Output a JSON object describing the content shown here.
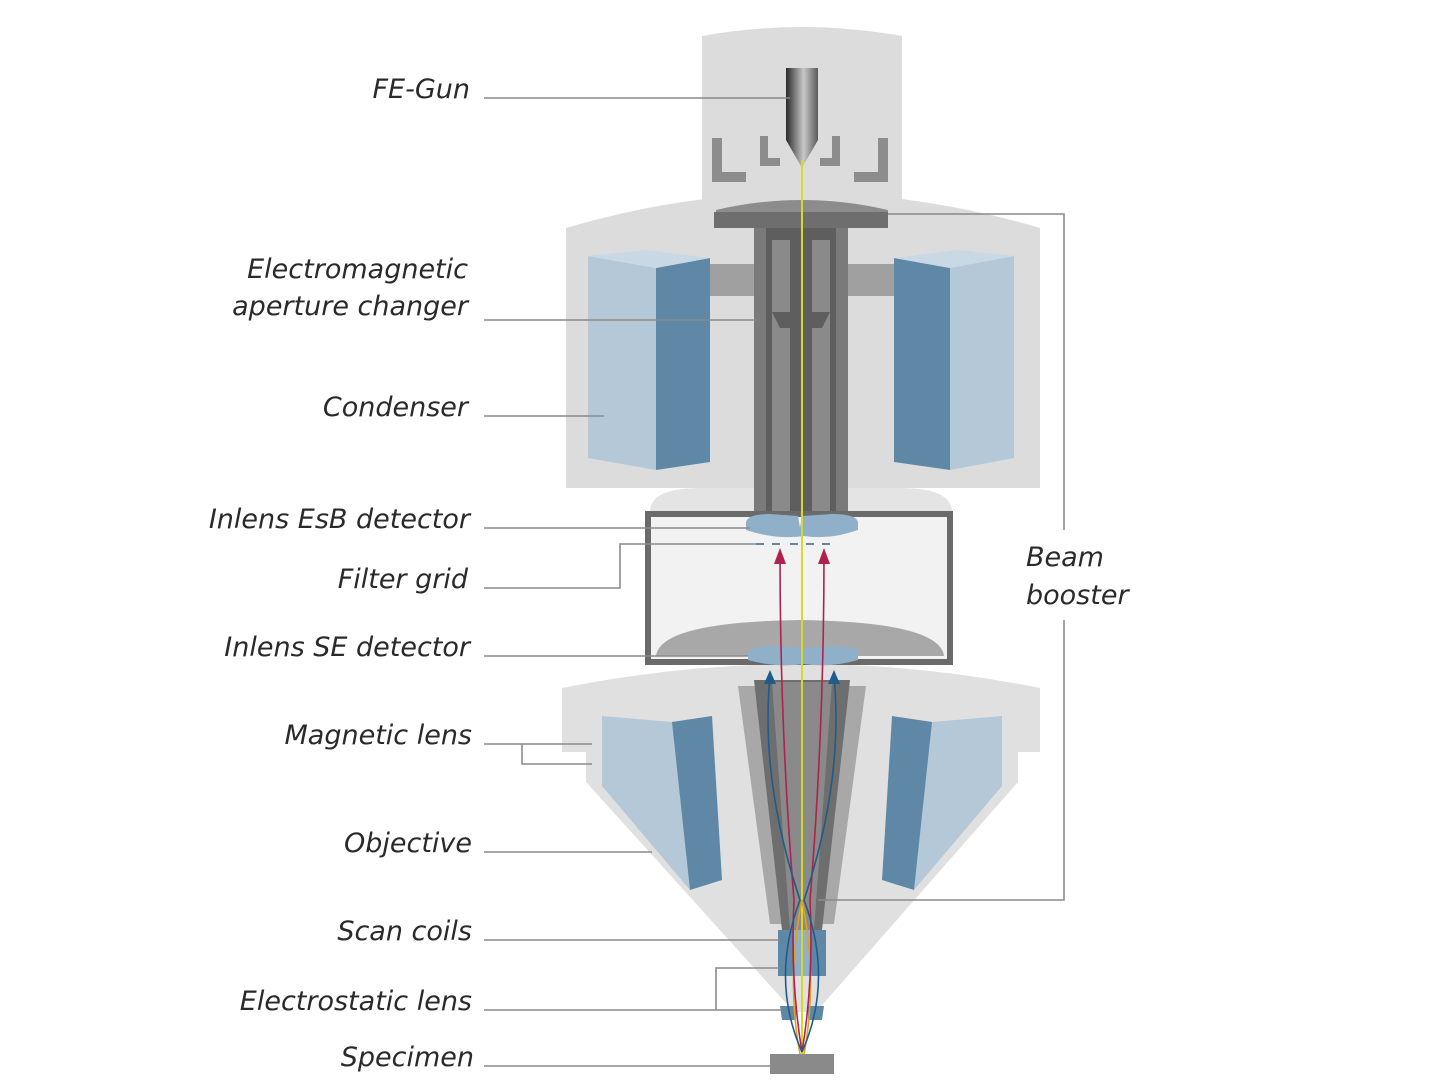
{
  "labels": {
    "fe_gun": "FE-Gun",
    "aperture_changer_line1": "Electromagnetic",
    "aperture_changer_line2": "aperture changer",
    "condenser": "Condenser",
    "inlens_esb": "Inlens EsB detector",
    "filter_grid": "Filter grid",
    "inlens_se": "Inlens SE detector",
    "magnetic_lens": "Magnetic lens",
    "objective": "Objective",
    "scan_coils": "Scan coils",
    "electrostatic_lens": "Electrostatic lens",
    "specimen": "Specimen",
    "beam_booster_line1": "Beam",
    "beam_booster_line2": "booster"
  },
  "colors": {
    "housing_light": "#dcdcdc",
    "housing_lighter": "#e8e8e8",
    "column_dark": "#6e6e6e",
    "column_mid": "#8a8a8a",
    "coil_light": "#b4c8d7",
    "coil_dark": "#5f88a6",
    "chamber_fill": "#f2f2f2",
    "chamber_border": "#6a6a6a",
    "primary_beam": "#d4d92a",
    "backscatter_ray": "#b0214f",
    "secondary_ray": "#1f5c8a",
    "leader_line": "#8a8a8a"
  }
}
